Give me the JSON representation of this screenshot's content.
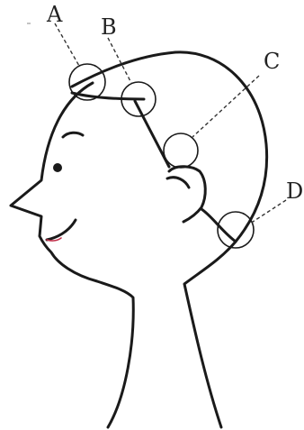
{
  "diagram": {
    "labels": {
      "a": "A",
      "b": "B",
      "c": "C",
      "d": "D"
    },
    "colors": {
      "line": "#1a1a1a",
      "mouth_accent": "#c0304a",
      "background": "#ffffff"
    }
  }
}
